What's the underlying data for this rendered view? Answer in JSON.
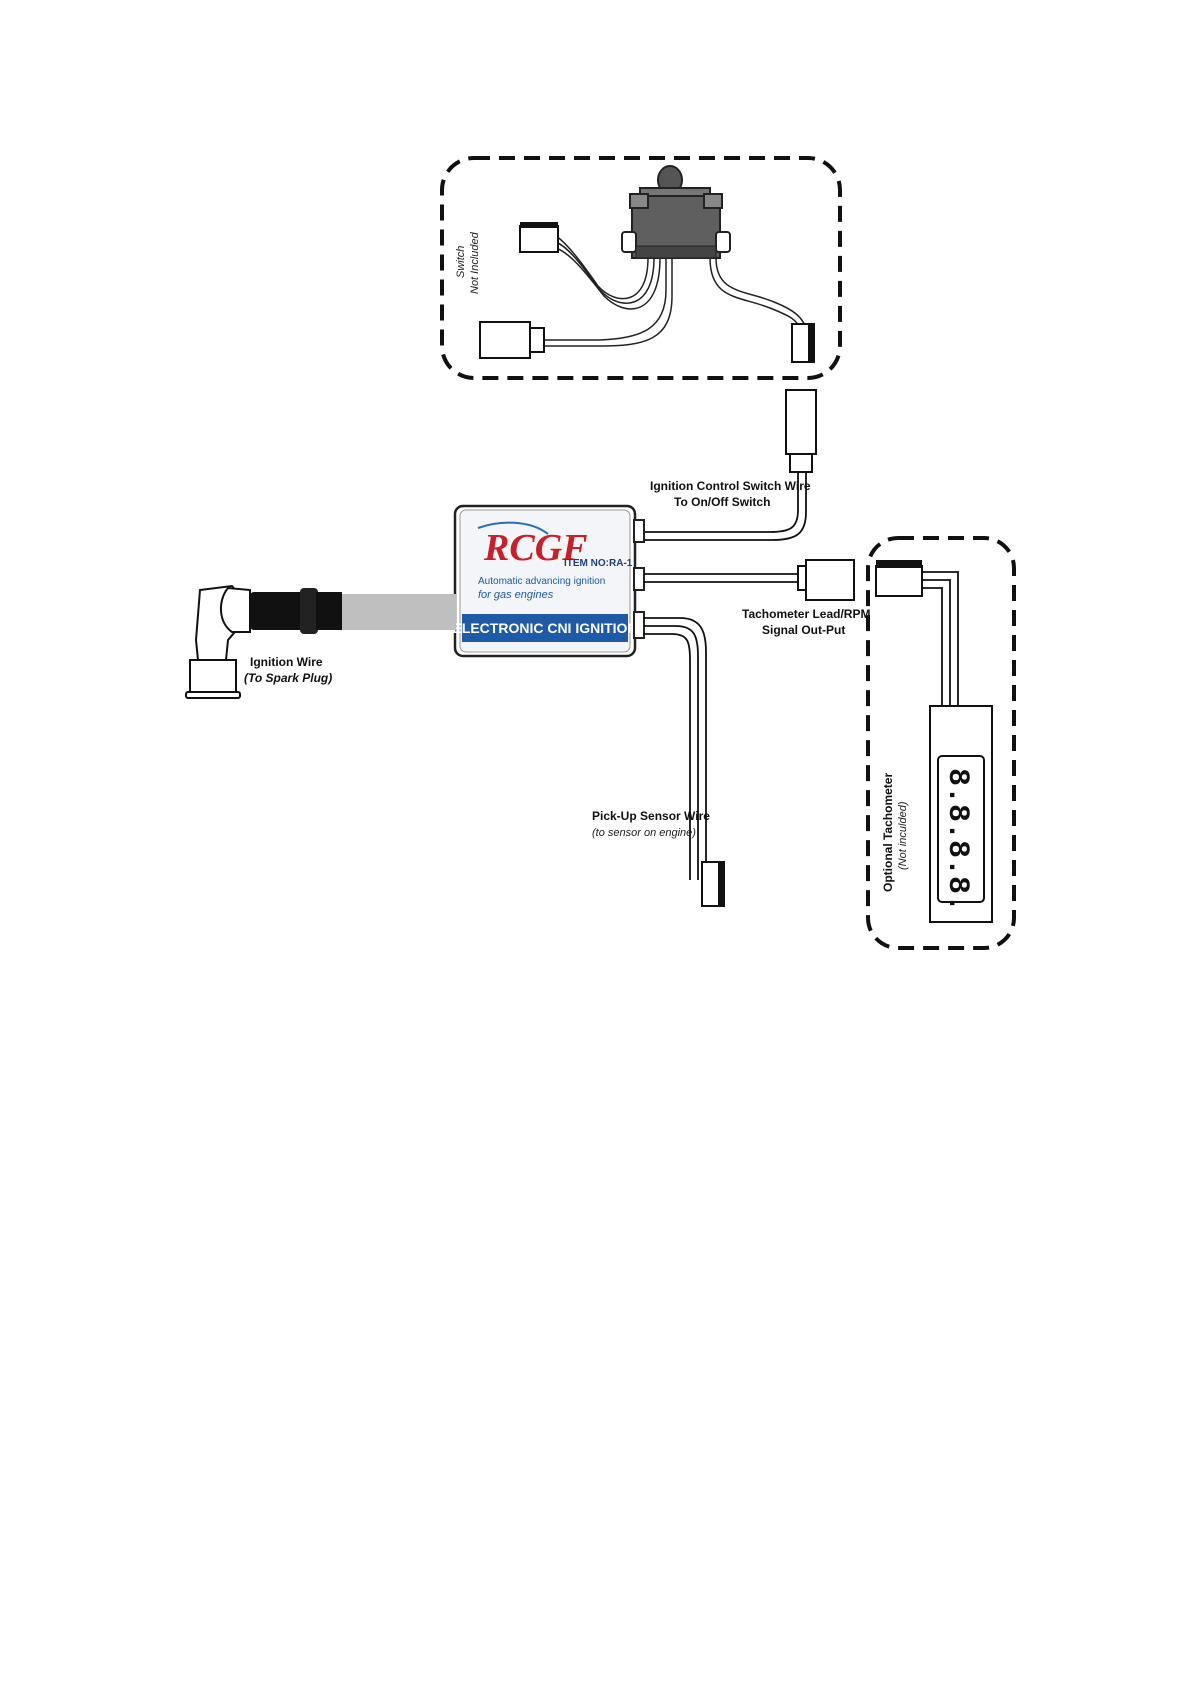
{
  "switch_box": {
    "title": "Switch",
    "note": "Not Included"
  },
  "ignition_control": {
    "line1": "Ignition Control Switch Wire",
    "line2": "To On/Off Switch"
  },
  "module": {
    "brand": "RCGF",
    "item_no": "ITEM NO:RA-1",
    "desc1": "Automatic advancing ignition",
    "desc2": "for gas engines",
    "banner": "ELECTRONIC CNI IGNITION"
  },
  "ignition_wire": {
    "line1": "Ignition  Wire",
    "line2": "(To Spark Plug)"
  },
  "tachometer_lead": {
    "line1": "Tachometer Lead/RPM",
    "line2": "Signal Out-Put"
  },
  "pickup": {
    "line1": "Pick-Up Sensor Wire",
    "line2": "(to sensor on engine)"
  },
  "tachometer_box": {
    "title": "Optional Tachometer",
    "note": "(Not inculded)",
    "display": "8.8.8.8."
  },
  "colors": {
    "banner": "#1f5aa6",
    "brand_red": "#c8202a",
    "accent_blue": "#2a6fb5"
  }
}
